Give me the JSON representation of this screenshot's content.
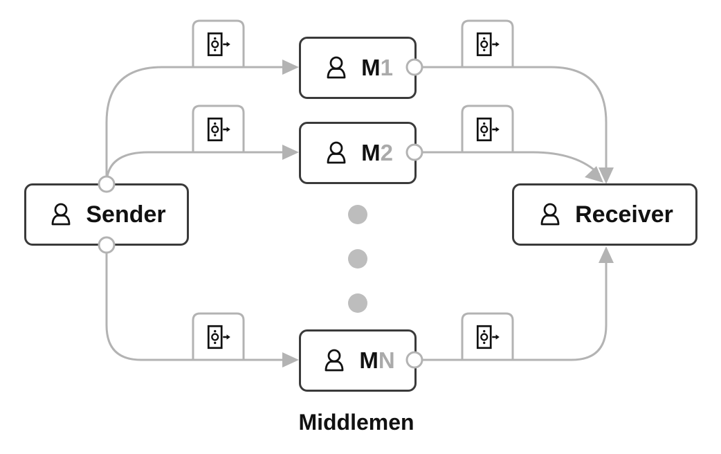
{
  "nodes": {
    "sender": {
      "label": "Sender"
    },
    "receiver": {
      "label": "Receiver"
    },
    "middlemen": [
      {
        "prefix": "M",
        "index": "1"
      },
      {
        "prefix": "M",
        "index": "2"
      },
      {
        "prefix": "M",
        "index": "N"
      }
    ]
  },
  "caption": "Middlemen",
  "icons": {
    "node_icon": "person-outline-icon",
    "edge_icon": "exit-door-icon",
    "ellipsis": "vertical-ellipsis-dots"
  },
  "colors": {
    "edge": "#b3b3b3",
    "node_border": "#3a3a3a",
    "index_text": "#aaaaaa",
    "text": "#111111"
  }
}
